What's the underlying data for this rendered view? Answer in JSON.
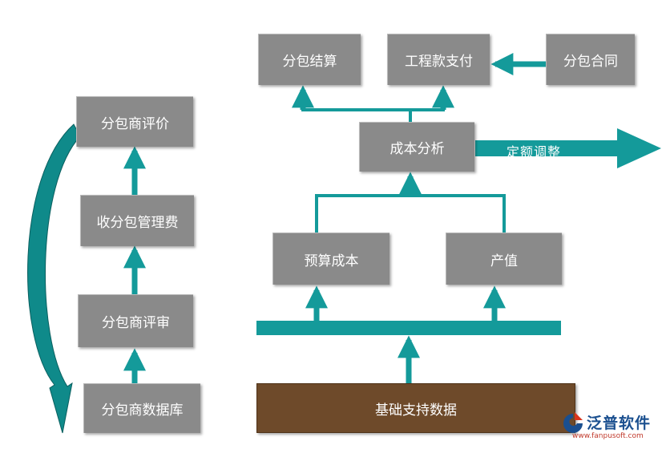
{
  "nodes": {
    "sub_settlement": "分包结算",
    "project_payment": "工程款支付",
    "sub_contract": "分包合同",
    "cost_analysis": "成本分析",
    "budget_cost": "预算成本",
    "output_value": "产值",
    "base_data": "基础支持数据",
    "sub_evaluation": "分包商评价",
    "mgmt_fee": "收分包管理费",
    "sub_review": "分包商评审",
    "sub_database": "分包商数据库"
  },
  "arrow_label": "定额调整",
  "colors": {
    "box": "#8a8a8a",
    "connector": "#149a9a",
    "base": "#6e4a2a",
    "curve": "#0f8a8a"
  },
  "logo": {
    "name": "泛普软件",
    "url": "www.fanpusoft.com"
  }
}
